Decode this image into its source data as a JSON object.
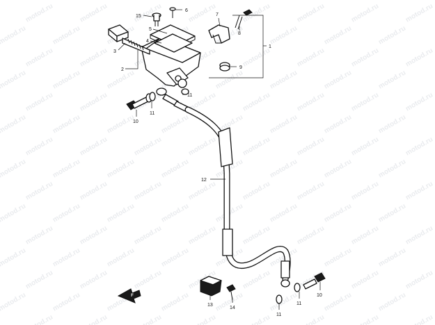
{
  "watermark": {
    "text": "motod.ru",
    "color": "#9aa3b0"
  },
  "callouts": [
    {
      "id": "c1",
      "text": "1"
    },
    {
      "id": "c2",
      "text": "2"
    },
    {
      "id": "c3",
      "text": "3"
    },
    {
      "id": "c4",
      "text": "4"
    },
    {
      "id": "c5",
      "text": "5"
    },
    {
      "id": "c6",
      "text": "6"
    },
    {
      "id": "c7",
      "text": "7"
    },
    {
      "id": "c8",
      "text": "8"
    },
    {
      "id": "c9",
      "text": "9"
    },
    {
      "id": "c10a",
      "text": "10"
    },
    {
      "id": "c10b",
      "text": "10"
    },
    {
      "id": "c11a",
      "text": "11"
    },
    {
      "id": "c11b",
      "text": "11"
    },
    {
      "id": "c11c",
      "text": "11"
    },
    {
      "id": "c11d",
      "text": "11"
    },
    {
      "id": "c12",
      "text": "12"
    },
    {
      "id": "c13",
      "text": "13"
    },
    {
      "id": "c14",
      "text": "14"
    },
    {
      "id": "c15",
      "text": "15"
    }
  ],
  "front_arrow": {
    "label": "F"
  },
  "icons": [
    "master-cylinder-icon",
    "brake-hose-icon",
    "banjo-bolt-icon",
    "washer-icon",
    "clamp-icon",
    "screw-icon",
    "front-arrow-icon"
  ]
}
